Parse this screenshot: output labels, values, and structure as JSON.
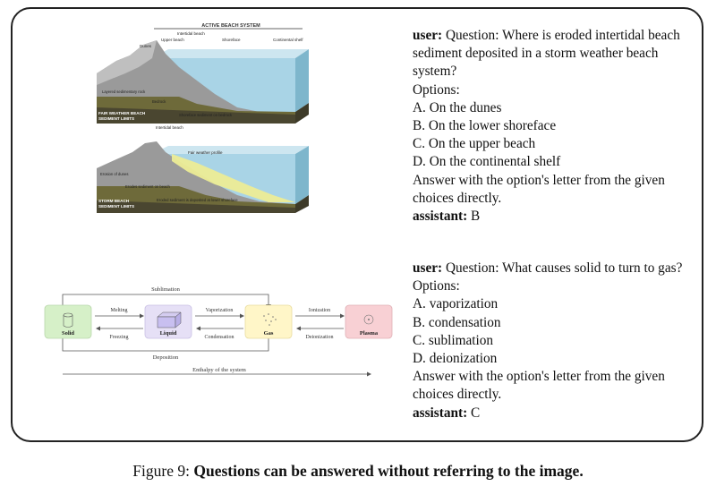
{
  "beach_figure": {
    "title": "ACTIVE BEACH SYSTEM",
    "labels_top": [
      "Dunes",
      "Upper beach",
      "Intertidal beach",
      "Shoreface",
      "Continental shelf"
    ],
    "label_top_block": [
      "Layered sedimentary rock",
      "Bedrock",
      "Shoreface sediment on bedrock"
    ],
    "label_top_caption": [
      "FAIR WEATHER BEACH",
      "SEDIMENT LIMITS"
    ],
    "labels_bottom": [
      "Intertidal beach",
      "Fair weather profile"
    ],
    "label_bottom_block": [
      "Erosion of dunes",
      "Erodes sediment on beach",
      "Eroded sediment is deposited at lower shoreface"
    ],
    "label_bottom_caption": [
      "STORM BEACH",
      "SEDIMENT LIMITS"
    ]
  },
  "phase_figure": {
    "states": [
      {
        "name": "Solid",
        "color": "#d6f0c8"
      },
      {
        "name": "Liquid",
        "color": "#e6e0f6"
      },
      {
        "name": "Gas",
        "color": "#fff6c8"
      },
      {
        "name": "Plasma",
        "color": "#f8d0d4"
      }
    ],
    "forward": [
      "Melting",
      "Vaporization",
      "Ionization"
    ],
    "backward": [
      "Freezing",
      "Condensation",
      "Deionization"
    ],
    "top_arc": "Sublimation",
    "bottom_arc": "Deposition",
    "axis_label": "Enthalpy of the system"
  },
  "qa1": {
    "user_prefix": "user:",
    "question": "Question: Where is eroded intertidal beach sediment deposited in a storm weather beach system?",
    "options_label": "Options:",
    "options": [
      "A. On the dunes",
      "B. On the lower shoreface",
      "C. On the upper beach",
      "D. On the continental shelf"
    ],
    "instruction": "Answer with the option's letter from the given choices directly.",
    "assistant_prefix": "assistant:",
    "answer": "B"
  },
  "qa2": {
    "user_prefix": "user:",
    "question": "Question: What causes solid to turn to gas?",
    "options_label": "Options:",
    "options": [
      "A. vaporization",
      "B. condensation",
      "C. sublimation",
      "D. deionization"
    ],
    "instruction": "Answer with the option's letter from the given choices directly.",
    "assistant_prefix": "assistant:",
    "answer": "C"
  },
  "caption": {
    "prefix": "Figure 9:",
    "text": "Questions can be answered without referring to the image."
  }
}
